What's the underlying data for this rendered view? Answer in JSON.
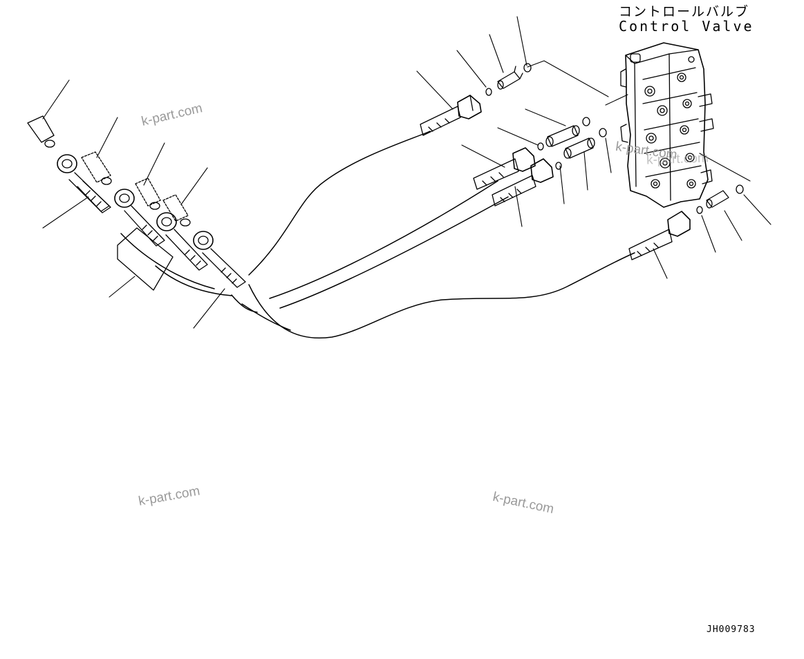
{
  "diagram": {
    "title_jp": "コントロールバルブ",
    "title_en": "Control Valve",
    "drawing_code": "JH009783",
    "watermarks": [
      "k-part.com",
      "k-part.com",
      "k-part.com",
      "k-part.com",
      "k-part.com"
    ],
    "colors": {
      "line": "#000000",
      "watermark": "#9a9a9a",
      "background": "#ffffff"
    }
  }
}
